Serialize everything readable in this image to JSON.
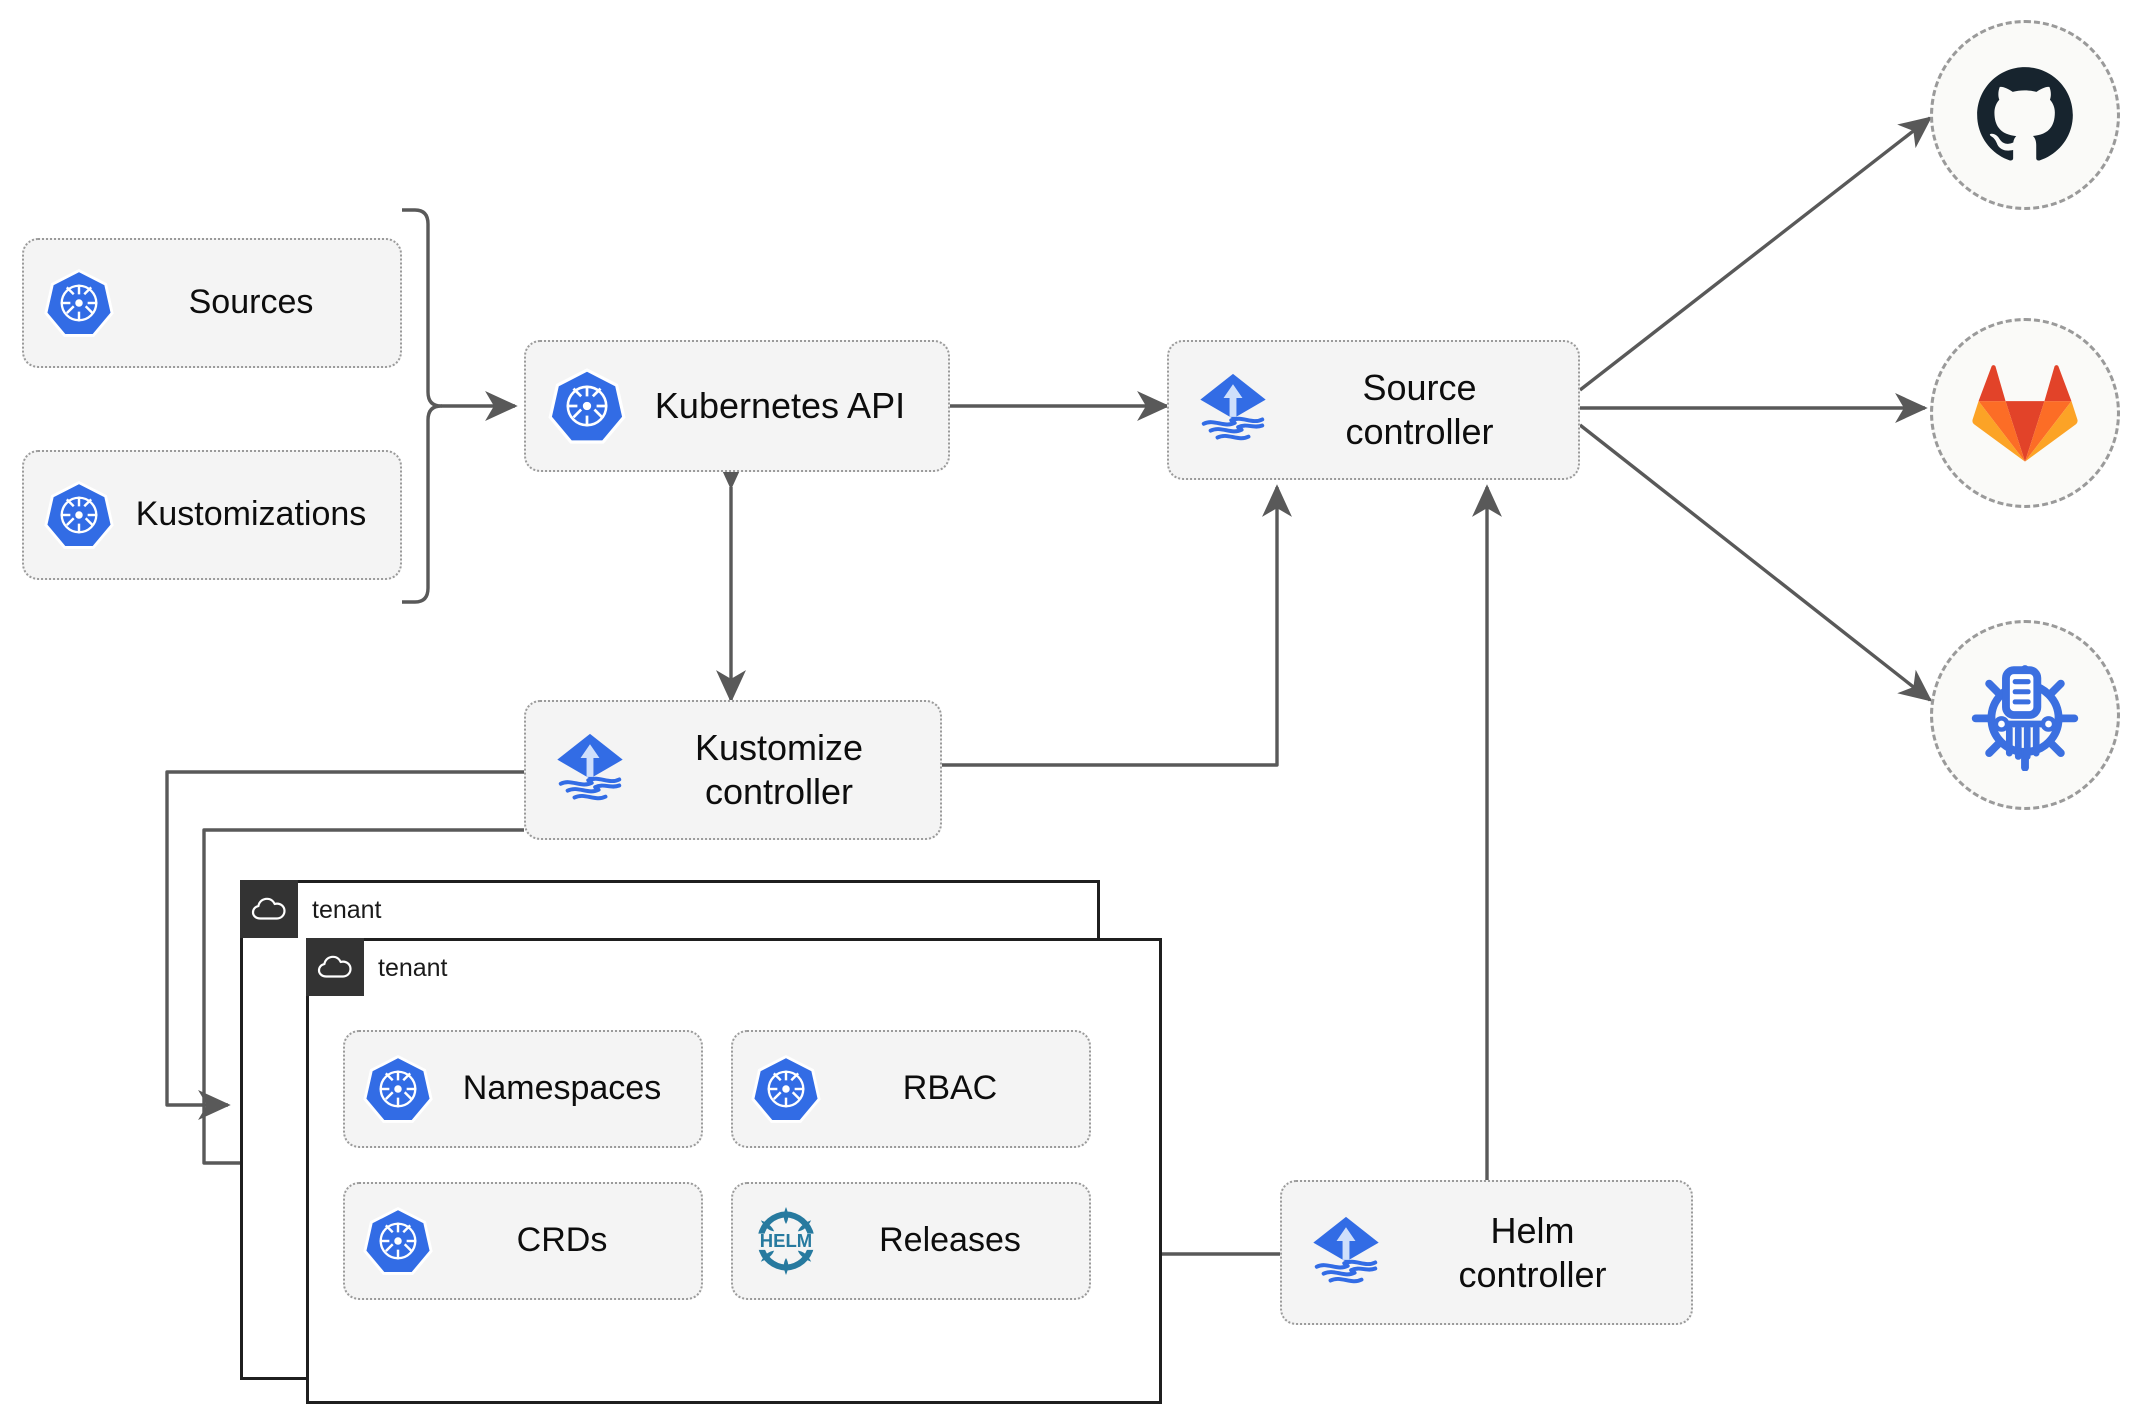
{
  "diagram": {
    "title": "Flux GitOps multi-tenancy architecture",
    "background": "#ffffff",
    "line_color": "#595959",
    "node_fill": "#f4f4f4",
    "node_border": "#9a9a9a",
    "tenant_header_bg": "#333333",
    "k8s_blue": "#326ce5",
    "flux_blue": "#326ce5",
    "helm_teal": "#277a9f",
    "github_navy": "#17242e",
    "gitlab_orange": "#e24329",
    "gitlab_amber": "#fca326"
  },
  "resources": [
    {
      "id": "sources",
      "label": "Sources",
      "icon": "kubernetes-icon"
    },
    {
      "id": "kustomizations",
      "label": "Kustomizations",
      "icon": "kubernetes-icon"
    }
  ],
  "core": {
    "kubernetes_api": {
      "label": "Kubernetes API",
      "icon": "kubernetes-icon"
    }
  },
  "controllers": [
    {
      "id": "source-controller",
      "label": "Source\ncontroller",
      "icon": "flux-icon"
    },
    {
      "id": "kustomize-controller",
      "label": "Kustomize\ncontroller",
      "icon": "flux-icon"
    },
    {
      "id": "helm-controller",
      "label": "Helm\ncontroller",
      "icon": "flux-icon"
    }
  ],
  "providers": [
    {
      "id": "github",
      "icon": "github-icon",
      "name": "GitHub"
    },
    {
      "id": "gitlab",
      "icon": "gitlab-icon",
      "name": "GitLab"
    },
    {
      "id": "helm-repo",
      "icon": "helm-chart-icon",
      "name": "Helm chart repository"
    }
  ],
  "tenants": [
    {
      "id": "tenant-outer",
      "label": "tenant",
      "icon": "cloud-icon"
    },
    {
      "id": "tenant-inner",
      "label": "tenant",
      "icon": "cloud-icon"
    }
  ],
  "tenant_resources": [
    {
      "id": "namespaces",
      "label": "Namespaces",
      "icon": "kubernetes-icon"
    },
    {
      "id": "rbac",
      "label": "RBAC",
      "icon": "kubernetes-icon"
    },
    {
      "id": "crds",
      "label": "CRDs",
      "icon": "kubernetes-icon"
    },
    {
      "id": "releases",
      "label": "Releases",
      "icon": "helm-icon"
    }
  ],
  "connections": [
    {
      "from": "sources",
      "to": "kubernetes-api",
      "style": "brace-arrow"
    },
    {
      "from": "kustomizations",
      "to": "kubernetes-api",
      "style": "brace-arrow"
    },
    {
      "from": "kubernetes-api",
      "to": "source-controller",
      "style": "bidirectional"
    },
    {
      "from": "kubernetes-api",
      "to": "kustomize-controller",
      "style": "bidirectional"
    },
    {
      "from": "source-controller",
      "to": "github",
      "style": "arrow"
    },
    {
      "from": "source-controller",
      "to": "gitlab",
      "style": "arrow"
    },
    {
      "from": "source-controller",
      "to": "helm-repo",
      "style": "arrow"
    },
    {
      "from": "kustomize-controller",
      "to": "source-controller",
      "style": "arrow"
    },
    {
      "from": "helm-controller",
      "to": "source-controller",
      "style": "arrow"
    },
    {
      "from": "kustomize-controller",
      "to": "tenant-outer",
      "style": "arrow"
    },
    {
      "from": "kustomize-controller",
      "to": "tenant-inner",
      "style": "arrow"
    },
    {
      "from": "helm-controller",
      "to": "releases",
      "style": "arrow"
    }
  ]
}
